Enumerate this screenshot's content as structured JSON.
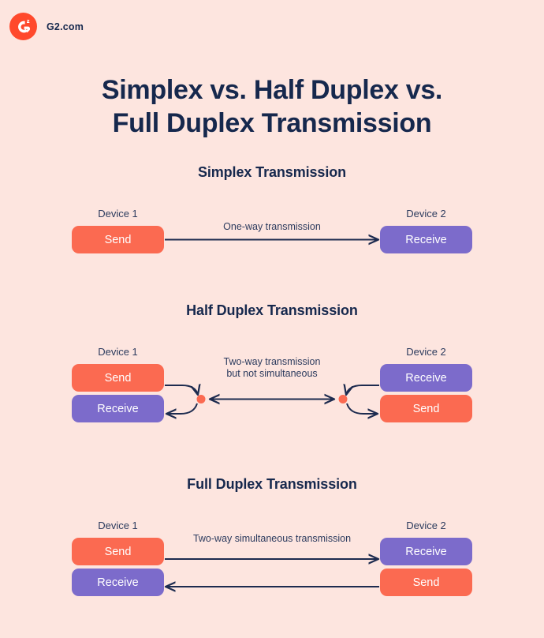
{
  "brand": {
    "name": "G2.com",
    "logo_icon": "g2-logo-icon",
    "logo_text": "G",
    "logo_superscript": "2",
    "logo_color": "#FF492C"
  },
  "title": {
    "line1": "Simplex vs. Half Duplex vs.",
    "line2": "Full Duplex Transmission"
  },
  "colors": {
    "background": "#FDE5DF",
    "navy": "#16284D",
    "send": "#FB6A51",
    "receive": "#7C6BCB",
    "arrow": "#1D2B4F",
    "dot": "#FB6A51"
  },
  "sections": [
    {
      "id": "simplex",
      "heading": "Simplex Transmission",
      "link_label": "One-way transmission",
      "left_device": {
        "label": "Device 1",
        "nodes": [
          {
            "text": "Send",
            "type": "send"
          }
        ]
      },
      "right_device": {
        "label": "Device 2",
        "nodes": [
          {
            "text": "Receive",
            "type": "receive"
          }
        ]
      }
    },
    {
      "id": "half-duplex",
      "heading": "Half Duplex Transmission",
      "link_label": "Two-way transmission\nbut not simultaneous",
      "left_device": {
        "label": "Device 1",
        "nodes": [
          {
            "text": "Send",
            "type": "send"
          },
          {
            "text": "Receive",
            "type": "receive"
          }
        ]
      },
      "right_device": {
        "label": "Device 2",
        "nodes": [
          {
            "text": "Receive",
            "type": "receive"
          },
          {
            "text": "Send",
            "type": "send"
          }
        ]
      }
    },
    {
      "id": "full-duplex",
      "heading": "Full Duplex Transmission",
      "link_label": "Two-way simultaneous transmission",
      "left_device": {
        "label": "Device 1",
        "nodes": [
          {
            "text": "Send",
            "type": "send"
          },
          {
            "text": "Receive",
            "type": "receive"
          }
        ]
      },
      "right_device": {
        "label": "Device 2",
        "nodes": [
          {
            "text": "Receive",
            "type": "receive"
          },
          {
            "text": "Send",
            "type": "send"
          }
        ]
      }
    }
  ]
}
